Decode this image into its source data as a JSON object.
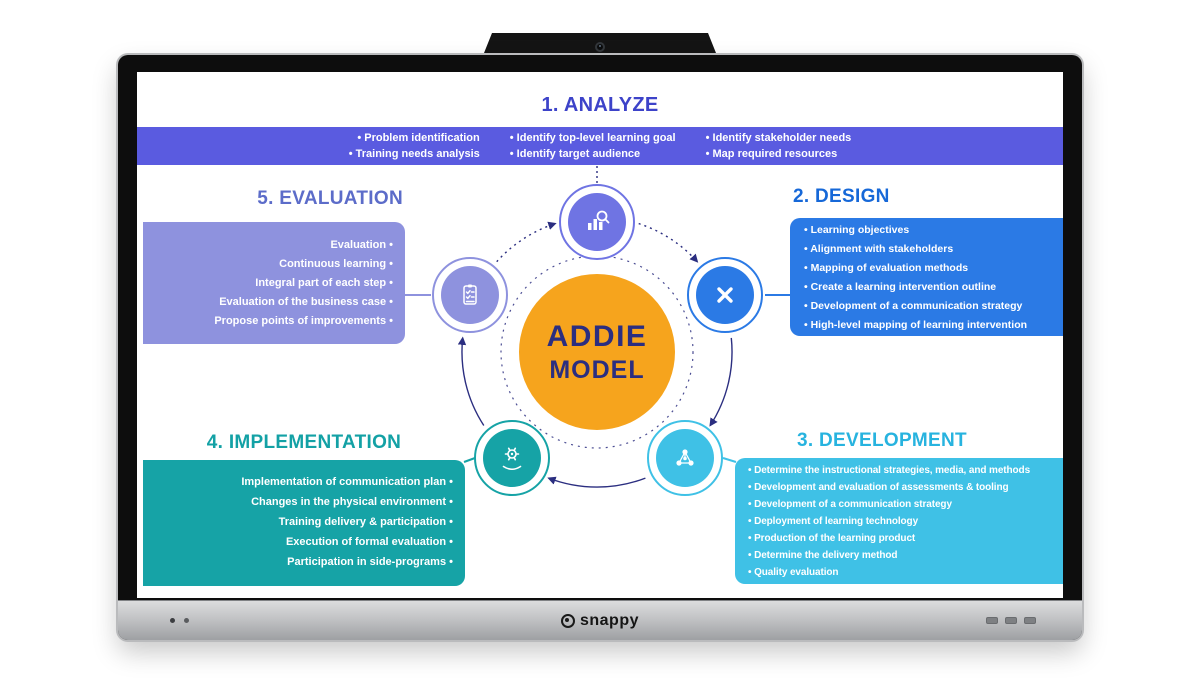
{
  "device": {
    "brand": "snappy"
  },
  "diagram": {
    "center": {
      "line1": "ADDIE",
      "line2": "MODEL"
    },
    "analyze": {
      "title": "1. ANALYZE",
      "columns": [
        [
          "Problem identification",
          "Training needs analysis"
        ],
        [
          "Identify top-level learning goal",
          "Identify target audience"
        ],
        [
          "Identify stakeholder needs",
          "Map required resources"
        ]
      ]
    },
    "design": {
      "title": "2. DESIGN",
      "items": [
        "Learning objectives",
        "Alignment with stakeholders",
        "Mapping of evaluation methods",
        "Create a learning intervention outline",
        "Development of a communication strategy",
        "High-level mapping of learning intervention"
      ]
    },
    "development": {
      "title": "3. DEVELOPMENT",
      "items": [
        "Determine the instructional strategies, media, and methods",
        "Development and evaluation of assessments & tooling",
        "Development of a communication strategy",
        "Deployment of learning technology",
        "Production of the learning product",
        "Determine the delivery method",
        "Quality evaluation"
      ]
    },
    "implementation": {
      "title": "4. IMPLEMENTATION",
      "items": [
        "Implementation of communication plan",
        "Changes in the physical environment",
        "Training delivery & participation",
        "Execution of formal evaluation",
        "Participation in side-programs"
      ]
    },
    "evaluation": {
      "title": "5. EVALUATION",
      "items": [
        "Evaluation",
        "Continuous learning",
        "Integral part of each step",
        "Evaluation of the business case",
        "Propose points of improvements"
      ]
    },
    "icons": {
      "analyze": "chart-search-icon",
      "design": "crossed-pencils-icon",
      "development": "network-icon",
      "implementation": "gear-hands-icon",
      "evaluation": "checklist-icon"
    },
    "colors": {
      "analyze_title": "#3d43c9",
      "analyze_banner": "#5a5be0",
      "evaluation_title": "#5c6cc9",
      "evaluation_box": "#8e92de",
      "design_title": "#1668d8",
      "design_box": "#2b7ae5",
      "development_title": "#27b3df",
      "development_box": "#3fc1e6",
      "implementation_title": "#13a1a5",
      "implementation_box": "#16a3a6",
      "center_fill": "#f6a41d",
      "center_text": "#2b2e80",
      "arc": "#2b2e80"
    }
  }
}
